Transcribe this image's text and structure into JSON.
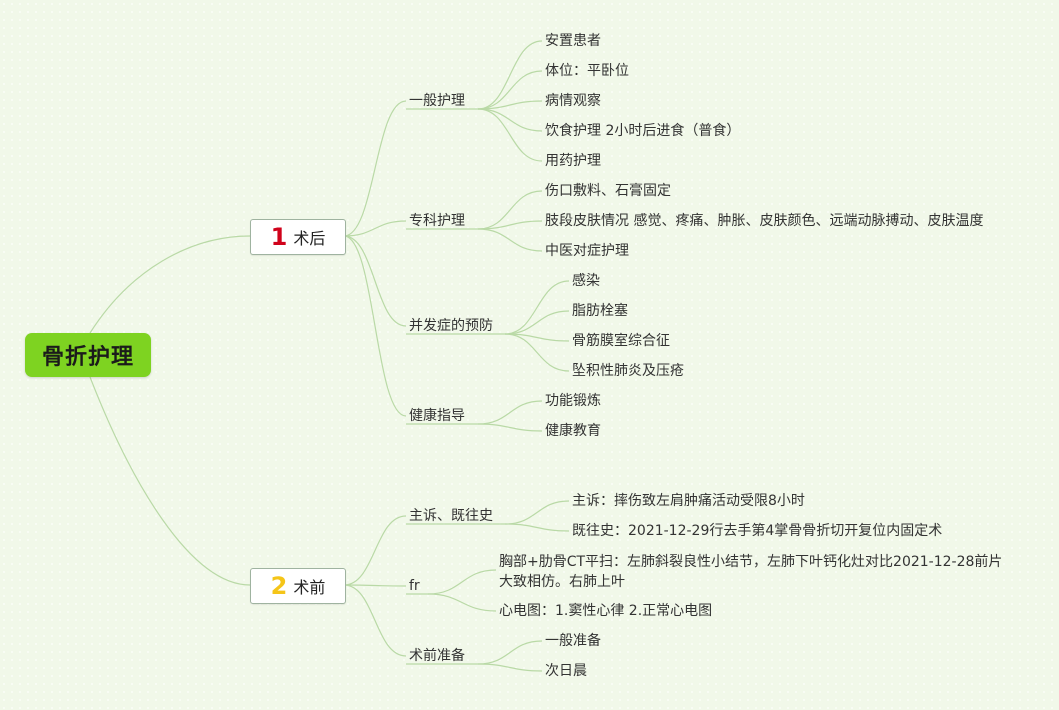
{
  "root": "骨折护理",
  "branches": [
    {
      "num": "1",
      "num_color": "#d0021b",
      "label": "术后"
    },
    {
      "num": "2",
      "num_color": "#f5c518",
      "label": "术前"
    }
  ],
  "after": {
    "general": {
      "label": "一般护理",
      "items": [
        "安置患者",
        "体位：平卧位",
        "病情观察",
        "饮食护理 2小时后进食（普食）",
        "用药护理"
      ]
    },
    "special": {
      "label": "专科护理",
      "items": [
        "伤口敷料、石膏固定",
        "肢段皮肤情况 感觉、疼痛、肿胀、皮肤颜色、远端动脉搏动、皮肤温度",
        "中医对症护理"
      ]
    },
    "complications": {
      "label": "并发症的预防",
      "items": [
        "感染",
        "脂肪栓塞",
        "骨筋膜室综合征",
        "坠积性肺炎及压疮"
      ]
    },
    "health": {
      "label": "健康指导",
      "items": [
        "功能锻炼",
        "健康教育"
      ]
    }
  },
  "before": {
    "history": {
      "label": "主诉、既往史",
      "items": [
        "主诉：摔伤致左肩肿痛活动受限8小时",
        "既往史：2021-12-29行去手第4掌骨骨折切开复位内固定术"
      ]
    },
    "fr": {
      "label": "fr",
      "items": [
        "胸部+肋骨CT平扫：左肺斜裂良性小结节，左肺下叶钙化灶对比2021-12-28前片大致相仿。右肺上叶",
        "心电图：1.窦性心律 2.正常心电图"
      ]
    },
    "prep": {
      "label": "术前准备",
      "items": [
        "一般准备",
        "次日晨"
      ]
    }
  },
  "colors": {
    "line": "#b9d9a6",
    "root_fill": "#7ed321",
    "background": "#f1f8e9"
  }
}
